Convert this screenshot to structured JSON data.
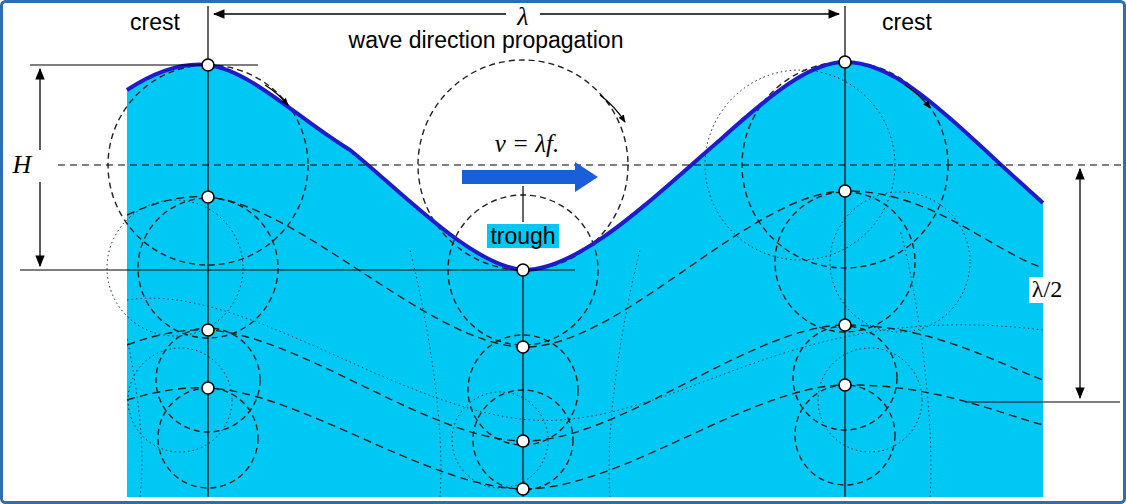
{
  "diagram": {
    "labels": [
      "crest",
      "λ",
      "crest",
      "wave direction propagation",
      "v = λf.",
      "H",
      "trough",
      "λ/2"
    ]
  }
}
